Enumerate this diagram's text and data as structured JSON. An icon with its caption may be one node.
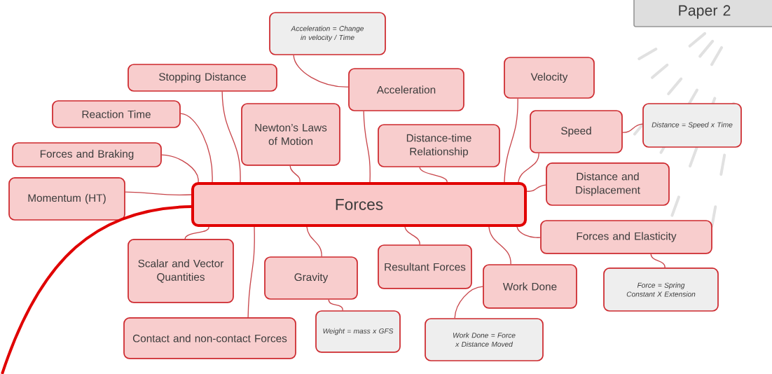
{
  "diagram": {
    "nodes": [
      {
        "text": [
          "Forces"
        ]
      },
      {
        "text": [
          "Paper 2"
        ]
      },
      {
        "text": [
          "Stopping Distance"
        ]
      },
      {
        "text": [
          "Acceleration = Change in velocity / Time"
        ]
      },
      {
        "text": [
          "Acceleration"
        ]
      },
      {
        "text": [
          "Velocity"
        ]
      },
      {
        "text": [
          "Reaction Time"
        ]
      },
      {
        "text": [
          "Newton’s Laws of Motion"
        ]
      },
      {
        "text": [
          "Distance-time Relationship"
        ]
      },
      {
        "text": [
          "Speed"
        ]
      },
      {
        "text": [
          "Distance = Speed x Time"
        ]
      },
      {
        "text": [
          "Forces and Braking"
        ]
      },
      {
        "text": [
          "Distance and Displacement"
        ]
      },
      {
        "text": [
          "Momentum (HT)"
        ]
      },
      {
        "text": [
          "Forces and Elasticity"
        ]
      },
      {
        "text": [
          "Scalar and Vector Quantities"
        ]
      },
      {
        "text": [
          "Gravity"
        ]
      },
      {
        "text": [
          "Resultant Forces"
        ]
      },
      {
        "text": [
          "Work Done"
        ]
      },
      {
        "text": [
          "Force = Spring Constant X Extension"
        ]
      },
      {
        "text": [
          "Contact and non-contact Forces"
        ]
      },
      {
        "text": [
          "Weight = mass x GFS"
        ]
      },
      {
        "text": [
          "Work Done = Force x Distance Moved"
        ]
      }
    ],
    "edges": [
      {
        "from": 0,
        "to": 2,
        "arrow": "none"
      },
      {
        "from": 0,
        "to": 4,
        "arrow": "none"
      },
      {
        "from": 0,
        "to": 5,
        "arrow": "none"
      },
      {
        "from": 0,
        "to": 6,
        "arrow": "none"
      },
      {
        "from": 0,
        "to": 7,
        "arrow": "none"
      },
      {
        "from": 0,
        "to": 8,
        "arrow": "none"
      },
      {
        "from": 0,
        "to": 9,
        "arrow": "none"
      },
      {
        "from": 0,
        "to": 11,
        "arrow": "none"
      },
      {
        "from": 0,
        "to": 12,
        "arrow": "none"
      },
      {
        "from": 0,
        "to": 13,
        "arrow": "none"
      },
      {
        "from": 0,
        "to": 14,
        "arrow": "none"
      },
      {
        "from": 0,
        "to": 15,
        "arrow": "none"
      },
      {
        "from": 0,
        "to": 16,
        "arrow": "none"
      },
      {
        "from": 0,
        "to": 17,
        "arrow": "none"
      },
      {
        "from": 0,
        "to": 18,
        "arrow": "none"
      },
      {
        "from": 0,
        "to": 20,
        "arrow": "none"
      },
      {
        "from": 4,
        "to": 3,
        "arrow": "none"
      },
      {
        "from": 9,
        "to": 10,
        "arrow": "none"
      },
      {
        "from": 14,
        "to": 19,
        "arrow": "none"
      },
      {
        "from": 16,
        "to": 21,
        "arrow": "none"
      },
      {
        "from": 18,
        "to": 22,
        "arrow": "none"
      },
      {
        "from": null,
        "to": 0,
        "arrow": "none",
        "style": "thick",
        "color": "#e00000"
      }
    ]
  }
}
